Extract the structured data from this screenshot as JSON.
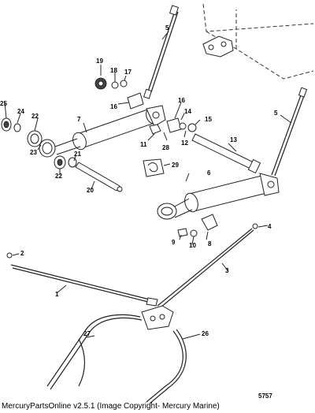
{
  "diagram": {
    "diagram_id": "5757",
    "copyright": "MercuryPartsOnline v2.5.1 (Image Copyright- Mercury Marine)",
    "callouts": [
      "1",
      "2",
      "3",
      "4",
      "5",
      "5",
      "6",
      "7",
      "8",
      "9",
      "10",
      "11",
      "12",
      "13",
      "14",
      "15",
      "16",
      "16",
      "17",
      "18",
      "19",
      "20",
      "21",
      "22",
      "22",
      "23",
      "24",
      "25",
      "26",
      "27",
      "28",
      "29"
    ]
  }
}
